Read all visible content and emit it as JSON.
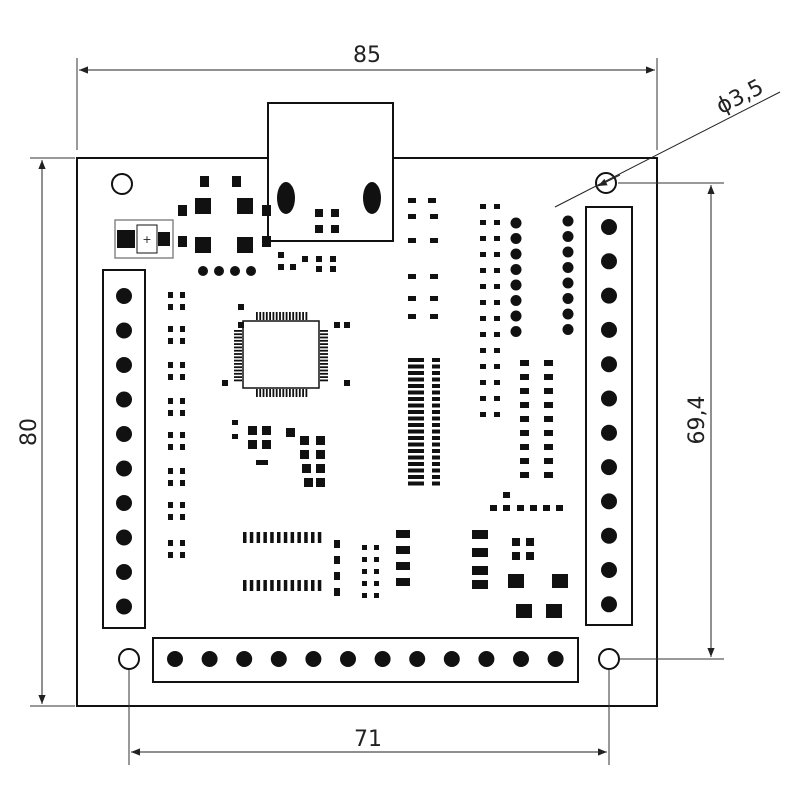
{
  "dimensions": {
    "width_label": "85",
    "height_label": "80",
    "hole_diameter_label": "ϕ3,5",
    "vertical_spacing_label": "69,4",
    "horizontal_spacing_label": "71"
  },
  "board": {
    "left_terminal_pins": 10,
    "right_terminal_pins": 12,
    "bottom_terminal_pins": 12,
    "mounting_holes": 4
  },
  "colors": {
    "outline": "#111111",
    "component": "#111111",
    "background": "#ffffff",
    "text": "#222222"
  }
}
